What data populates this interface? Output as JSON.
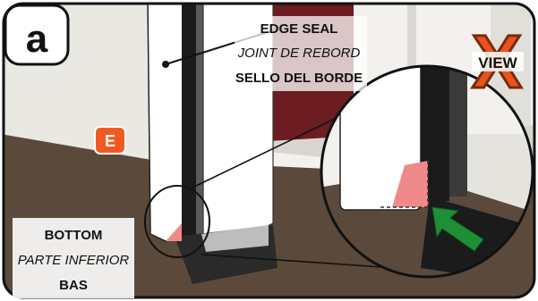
{
  "panel": {
    "letter": "a"
  },
  "badge": {
    "letter": "E"
  },
  "view_logo": {
    "text": "VIEW",
    "letter": "X"
  },
  "edge_seal": {
    "line1": "EDGE SEAL",
    "line2": "JOINT DE REBORD",
    "line3": "SELLO DEL BORDE"
  },
  "bottom": {
    "line1": "BOTTOM",
    "line2": "PARTE INFERIOR",
    "line3": "BAS"
  },
  "colors": {
    "floor": "#5b4a3b",
    "wall": "#f2f1ed",
    "door": "#6b1d22",
    "seal": "#f08a8a",
    "badge": "#f05a22",
    "arrow": "#1e8f35",
    "logo": "#e8541c"
  }
}
